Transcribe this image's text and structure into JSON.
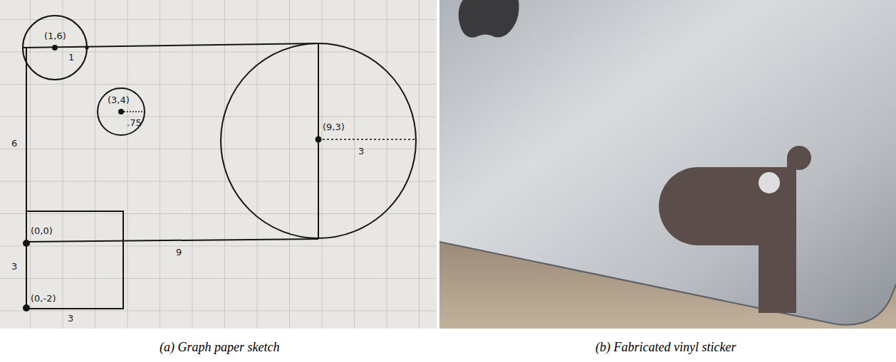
{
  "diagram": {
    "labels": [
      "(1,6)",
      "1",
      "(3,4)",
      ".75",
      "6",
      "(9,3)",
      "3",
      "(0,0)",
      "9",
      "3",
      "(0,-2)",
      "3",
      "(a) Graph paper sketch",
      "(b) Fabricated vinyl sticker"
    ]
  }
}
